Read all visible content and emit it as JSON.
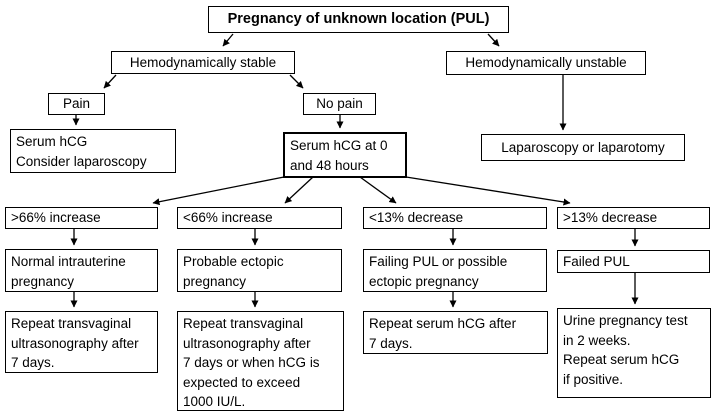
{
  "diagram": {
    "type": "flowchart",
    "colors": {
      "box_border": "#000000",
      "box_fill": "#ffffff",
      "text": "#000000",
      "arrow": "#000000"
    },
    "nodes": {
      "pul": {
        "label": "Pregnancy of unknown location (PUL)"
      },
      "stable": {
        "label": "Hemodynamically stable"
      },
      "unstable": {
        "label": "Hemodynamically unstable"
      },
      "pain": {
        "label": "Pain"
      },
      "nopain": {
        "label": "No pain"
      },
      "serum_pain": {
        "label": "Serum hCG\nConsider laparoscopy"
      },
      "serum048": {
        "label": "Serum hCG at 0\nand 48 hours"
      },
      "lap": {
        "label": "Laparoscopy or laparotomy"
      },
      "inc66": {
        "label": ">66% increase"
      },
      "dec66": {
        "label": "<66% increase"
      },
      "dec13": {
        "label": "<13% decrease"
      },
      "dec13b": {
        "label": ">13% decrease"
      },
      "normal": {
        "label": "Normal intrauterine\npregnancy"
      },
      "probable": {
        "label": "Probable ectopic\npregnancy"
      },
      "failing": {
        "label": "Failing PUL or possible\nectopic pregnancy"
      },
      "failed": {
        "label": "Failed PUL"
      },
      "tv1": {
        "label": "Repeat transvaginal\nultrasonography after\n7 days."
      },
      "tv2": {
        "label": "Repeat transvaginal\nultrasonography after\n7 days or when hCG is\nexpected to exceed\n1000 IU/L."
      },
      "serum7": {
        "label": "Repeat serum hCG after\n7 days."
      },
      "urine": {
        "label": "Urine pregnancy test\nin 2 weeks.\nRepeat serum hCG\nif positive."
      }
    },
    "edges": [
      {
        "from": "pul",
        "to": "stable"
      },
      {
        "from": "pul",
        "to": "unstable"
      },
      {
        "from": "stable",
        "to": "pain"
      },
      {
        "from": "stable",
        "to": "nopain"
      },
      {
        "from": "pain",
        "to": "serum_pain"
      },
      {
        "from": "nopain",
        "to": "serum048"
      },
      {
        "from": "unstable",
        "to": "lap"
      },
      {
        "from": "serum048",
        "to": "inc66"
      },
      {
        "from": "serum048",
        "to": "dec66"
      },
      {
        "from": "serum048",
        "to": "dec13"
      },
      {
        "from": "serum048",
        "to": "dec13b"
      },
      {
        "from": "inc66",
        "to": "normal"
      },
      {
        "from": "dec66",
        "to": "probable"
      },
      {
        "from": "dec13",
        "to": "failing"
      },
      {
        "from": "dec13b",
        "to": "failed"
      },
      {
        "from": "normal",
        "to": "tv1"
      },
      {
        "from": "probable",
        "to": "tv2"
      },
      {
        "from": "failing",
        "to": "serum7"
      },
      {
        "from": "failed",
        "to": "urine"
      }
    ]
  }
}
